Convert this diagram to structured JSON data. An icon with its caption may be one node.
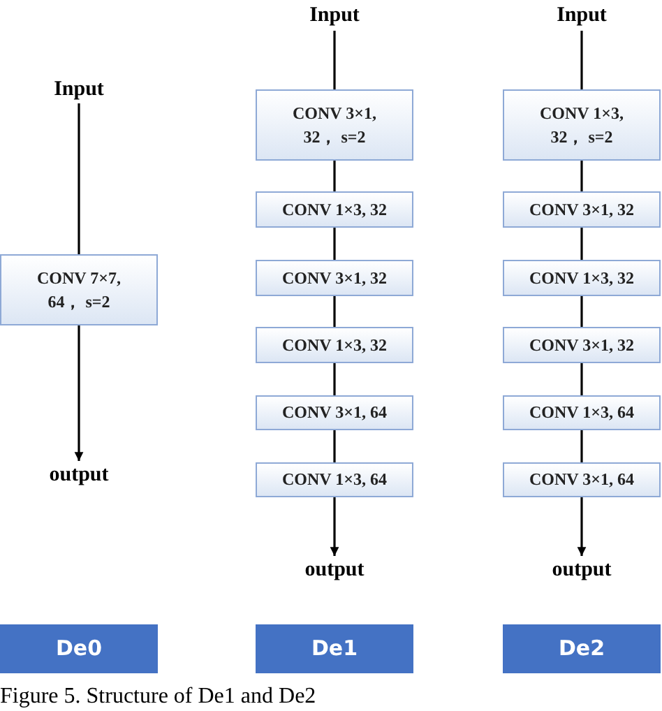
{
  "diagram": {
    "caption": "Figure 5. Structure of De1 and De2",
    "nodes": [
      {
        "text": [
          "Input"
        ]
      },
      {
        "text": [
          "CONV 7×7, 64，  s=2"
        ]
      },
      {
        "text": [
          "output"
        ]
      },
      {
        "text": [
          "De0"
        ]
      },
      {
        "text": [
          "Input"
        ]
      },
      {
        "text": [
          "CONV 3×1, 32，  s=2"
        ]
      },
      {
        "text": [
          "CONV 1×3, 32"
        ]
      },
      {
        "text": [
          "CONV 3×1, 32"
        ]
      },
      {
        "text": [
          "CONV 1×3, 32"
        ]
      },
      {
        "text": [
          "CONV 3×1, 64"
        ]
      },
      {
        "text": [
          "CONV 1×3, 64"
        ]
      },
      {
        "text": [
          "output"
        ]
      },
      {
        "text": [
          "De1"
        ]
      },
      {
        "text": [
          "Input"
        ]
      },
      {
        "text": [
          "CONV 1×3, 32，  s=2"
        ]
      },
      {
        "text": [
          "CONV 3×1, 32"
        ]
      },
      {
        "text": [
          "CONV 1×3, 32"
        ]
      },
      {
        "text": [
          "CONV 3×1, 32"
        ]
      },
      {
        "text": [
          "CONV 1×3, 64"
        ]
      },
      {
        "text": [
          "CONV 3×1, 64"
        ]
      },
      {
        "text": [
          "output"
        ]
      },
      {
        "text": [
          "De2"
        ]
      }
    ],
    "edges": [
      {
        "from": 0,
        "to": 1,
        "arrow": "none"
      },
      {
        "from": 1,
        "to": 2,
        "arrow": "to"
      },
      {
        "from": 4,
        "to": 5,
        "arrow": "none"
      },
      {
        "from": 5,
        "to": 6,
        "arrow": "none"
      },
      {
        "from": 6,
        "to": 7,
        "arrow": "none"
      },
      {
        "from": 7,
        "to": 8,
        "arrow": "none"
      },
      {
        "from": 8,
        "to": 9,
        "arrow": "none"
      },
      {
        "from": 9,
        "to": 10,
        "arrow": "none"
      },
      {
        "from": 10,
        "to": 11,
        "arrow": "to"
      },
      {
        "from": 13,
        "to": 14,
        "arrow": "none"
      },
      {
        "from": 14,
        "to": 15,
        "arrow": "none"
      },
      {
        "from": 15,
        "to": 16,
        "arrow": "none"
      },
      {
        "from": 16,
        "to": 17,
        "arrow": "none"
      },
      {
        "from": 17,
        "to": 18,
        "arrow": "none"
      },
      {
        "from": 18,
        "to": 19,
        "arrow": "none"
      },
      {
        "from": 19,
        "to": 20,
        "arrow": "to"
      }
    ]
  }
}
